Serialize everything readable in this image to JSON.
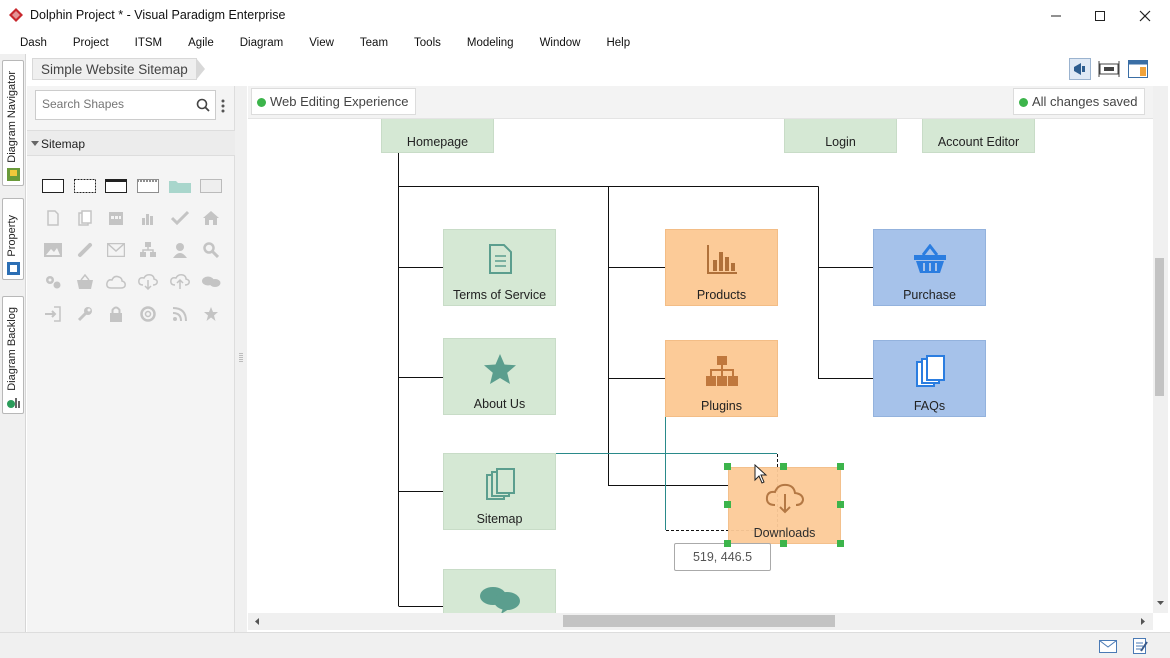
{
  "window": {
    "title": "Dolphin Project * - Visual Paradigm Enterprise",
    "controls": [
      "minimize",
      "maximize",
      "close"
    ]
  },
  "menu": [
    "Dash",
    "Project",
    "ITSM",
    "Agile",
    "Diagram",
    "View",
    "Team",
    "Tools",
    "Modeling",
    "Window",
    "Help"
  ],
  "left_tabs": [
    "Diagram Navigator",
    "Property",
    "Diagram Backlog"
  ],
  "breadcrumb": "Simple Website Sitemap",
  "shapes_panel": {
    "search_placeholder": "Search Shapes",
    "section": "Sitemap"
  },
  "canvas": {
    "diagram_name": "Web Editing Experience",
    "save_status": "All changes saved",
    "coordinate_tooltip": "519, 446.5",
    "nodes": {
      "homepage": "Homepage",
      "login": "Login",
      "account_editor": "Account Editor",
      "terms": "Terms of Service",
      "products": "Products",
      "purchase": "Purchase",
      "about": "About Us",
      "plugins": "Plugins",
      "faqs": "FAQs",
      "sitemap": "Sitemap",
      "downloads": "Downloads"
    }
  },
  "colors": {
    "green_node": "#d5e8d4",
    "orange_node": "#fccb98",
    "blue_node": "#a6c2ea",
    "selection": "#3cb44b",
    "guide": "#2a8a8a"
  }
}
